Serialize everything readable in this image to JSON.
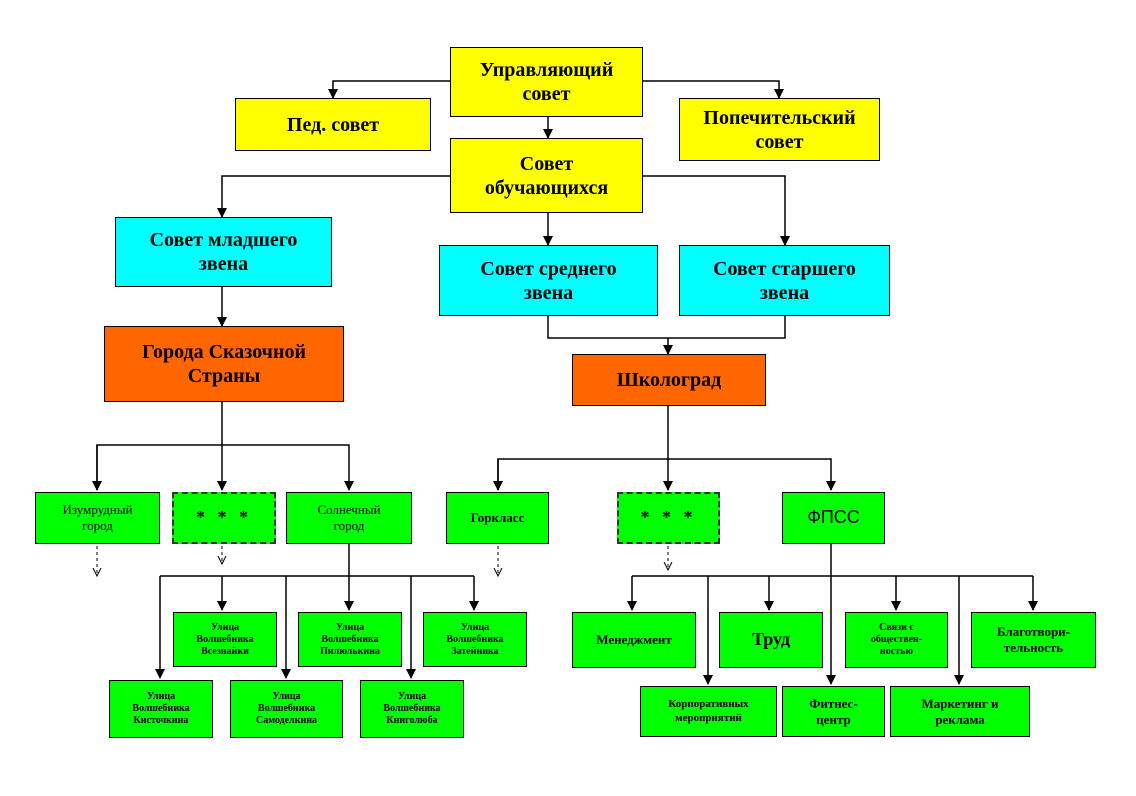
{
  "nodes": {
    "managing_council": "Управляющий\nсовет",
    "ped_council": "Пед. совет",
    "trustee_council": "Попечительский\nсовет",
    "student_council": "Совет\nобучающихся",
    "junior_council": "Совет младшего\nзвена",
    "middle_council": "Совет среднего\nзвена",
    "senior_council": "Совет старшего\nзвена",
    "fairy_cities": "Города Сказочной\nСтраны",
    "shkolograd": "Школоград",
    "emerald_city": "Изумрудный\nгород",
    "stars_left": "* * *",
    "sunny_city": "Солнечный\nгород",
    "gorklass": "Горкласс",
    "stars_right": "* * *",
    "fpss": "ФПСС",
    "street_vseznaika": "Улица\nВолшебника\nВсезнайки",
    "street_pilyulkin": "Улица\nВолшебника\nПилюлькина",
    "street_zateinik": "Улица\nВолшебника\nЗатейника",
    "street_kistochkin": "Улица\nВолшебника\nКисточкина",
    "street_samodelkin": "Улица\nВолшебника\nСамоделкина",
    "street_knigolyub": "Улица\nВолшебника\nКниголюба",
    "management": "Менеджмент",
    "labor": "Труд",
    "public_relations": "Связи с\nобществен-\nностью",
    "charity": "Благотвори-\nтельность",
    "corporate_events": "Корпоративных\nмероприятий",
    "fitness_center": "Фитнес-\nцентр",
    "marketing": "Маркетинг и\nреклама"
  },
  "colors": {
    "council": "#ffff00",
    "link_council": "#00ffff",
    "hub": "#ff6600",
    "unit": "#00ff00",
    "line": "#000000"
  }
}
